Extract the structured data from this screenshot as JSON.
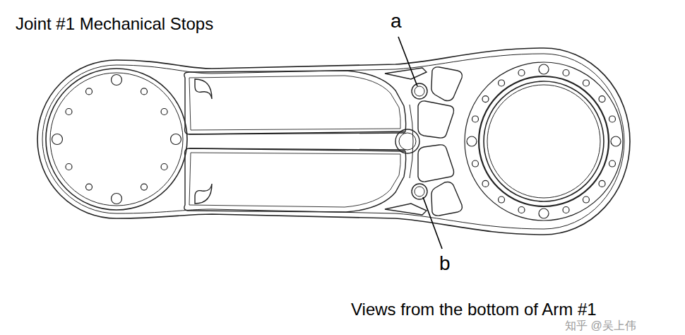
{
  "diagram": {
    "title": "Joint #1 Mechanical Stops",
    "caption": "Views from the bottom of Arm #1",
    "labels": [
      "a",
      "b",
      "知乎 @吴上伟"
    ]
  }
}
